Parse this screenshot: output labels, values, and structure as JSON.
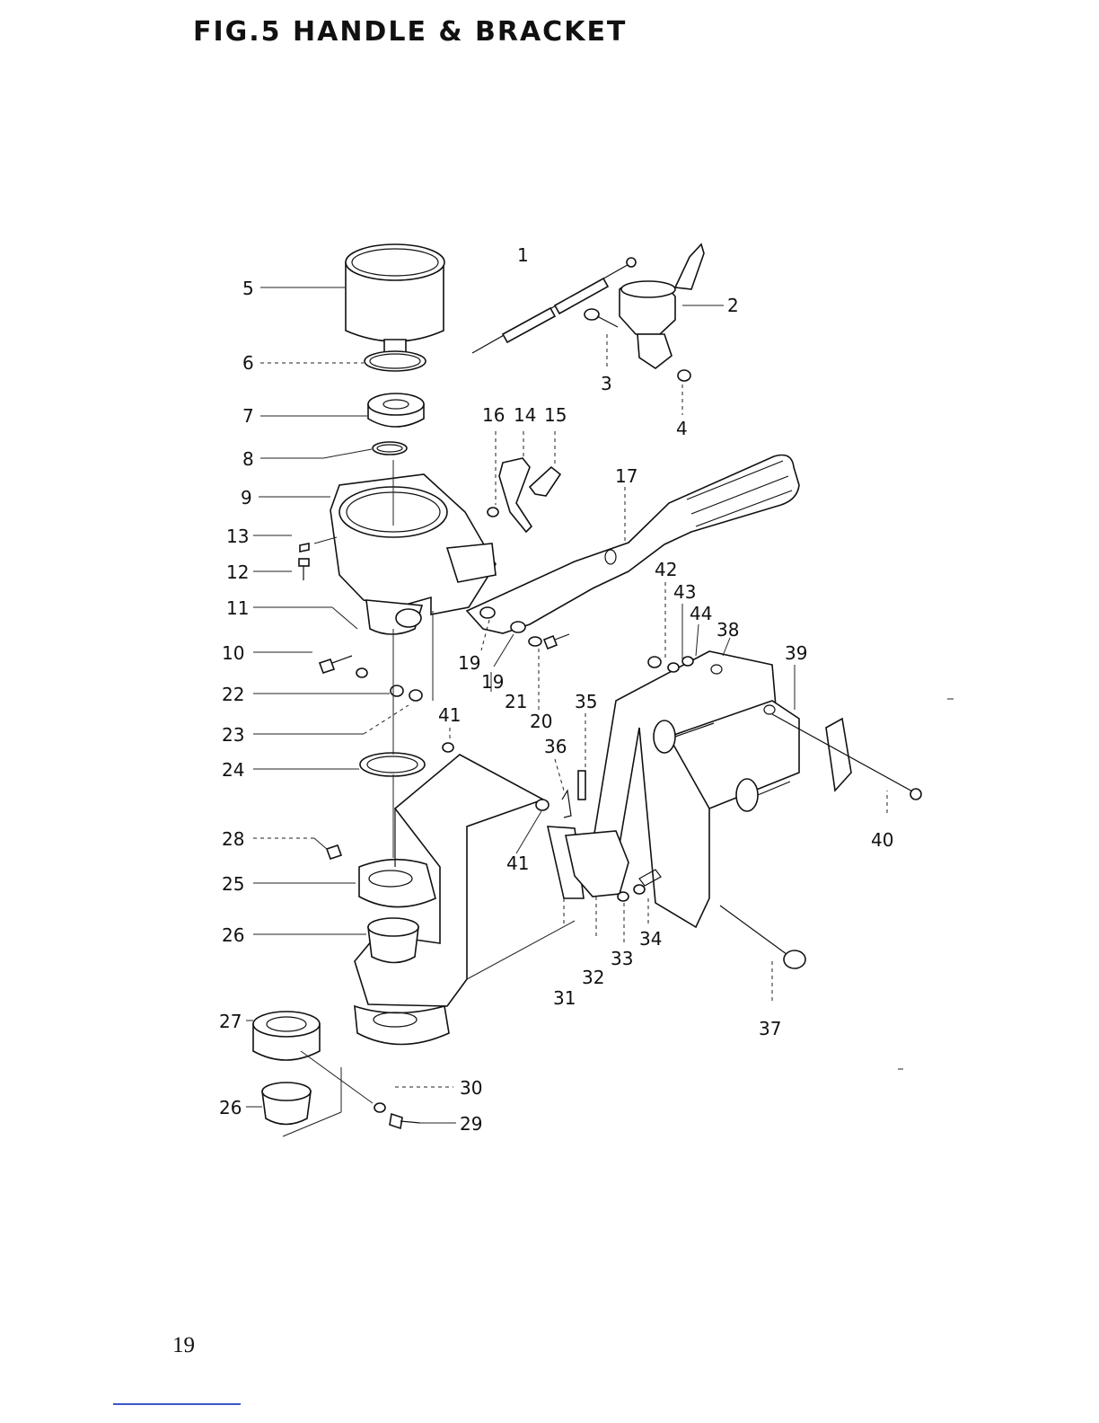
{
  "figure": {
    "title": "FIG.5 HANDLE & BRACKET",
    "page_number": "19"
  },
  "callouts": {
    "c1": "1",
    "c2": "2",
    "c3": "3",
    "c4": "4",
    "c5": "5",
    "c6": "6",
    "c7": "7",
    "c8": "8",
    "c9": "9",
    "c10": "10",
    "c11": "11",
    "c12": "12",
    "c13": "13",
    "c14": "14",
    "c15": "15",
    "c16": "16",
    "c17": "17",
    "c19a": "19",
    "c19b": "19",
    "c20": "20",
    "c21": "21",
    "c22": "22",
    "c23": "23",
    "c24": "24",
    "c25": "25",
    "c26a": "26",
    "c26b": "26",
    "c27": "27",
    "c28": "28",
    "c29": "29",
    "c30": "30",
    "c31": "31",
    "c32": "32",
    "c33": "33",
    "c34": "34",
    "c35": "35",
    "c36": "36",
    "c37": "37",
    "c38": "38",
    "c39": "39",
    "c40": "40",
    "c41a": "41",
    "c41b": "41",
    "c42": "42",
    "c43": "43",
    "c44": "44"
  }
}
